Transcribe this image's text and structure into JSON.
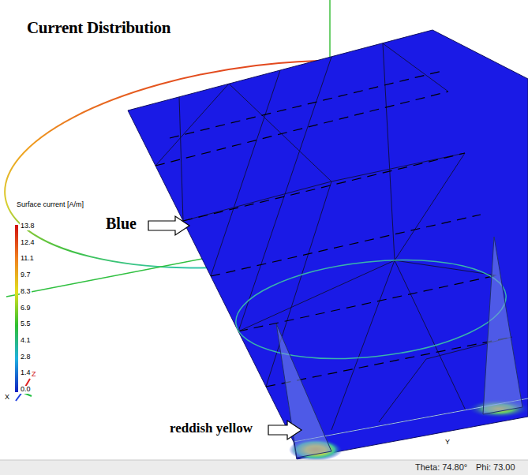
{
  "diagram": {
    "title": "Current Distribution",
    "labels": [
      "Surface current [A/m]",
      "13.8",
      "12.4",
      "11.1",
      "9.7",
      "8.3",
      "6.9",
      "5.5",
      "4.1",
      "2.8",
      "1.4",
      "0.0",
      "Z",
      "X",
      "Blue",
      "reddish yellow",
      "Y",
      "Theta: 74.80°",
      "Phi: 73.00"
    ]
  }
}
